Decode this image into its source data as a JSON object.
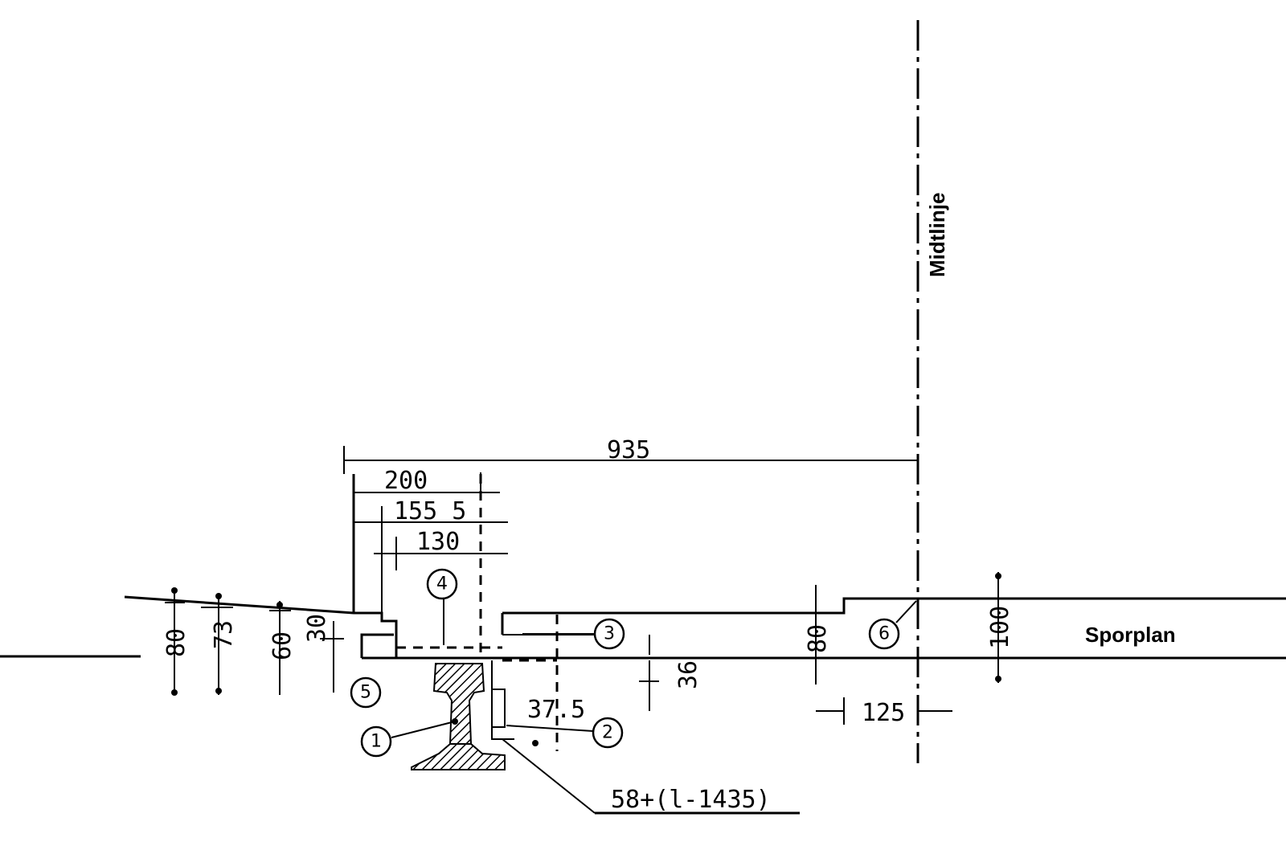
{
  "labels": {
    "midtlinje": "Midtlinje",
    "sporplan": "Sporplan"
  },
  "dimensions": {
    "d935": "935",
    "d200": "200",
    "d155_5": "155 5",
    "d130": "130",
    "d80_left": "80",
    "d73": "73",
    "d60": "60",
    "d30": "30",
    "d36": "36",
    "d37_5": "37.5",
    "d80_right": "80",
    "d100": "100",
    "d125": "125",
    "formula": "58+(l-1435)"
  },
  "callouts": {
    "c1": "1",
    "c2": "2",
    "c3": "3",
    "c4": "4",
    "c5": "5",
    "c6": "6"
  }
}
